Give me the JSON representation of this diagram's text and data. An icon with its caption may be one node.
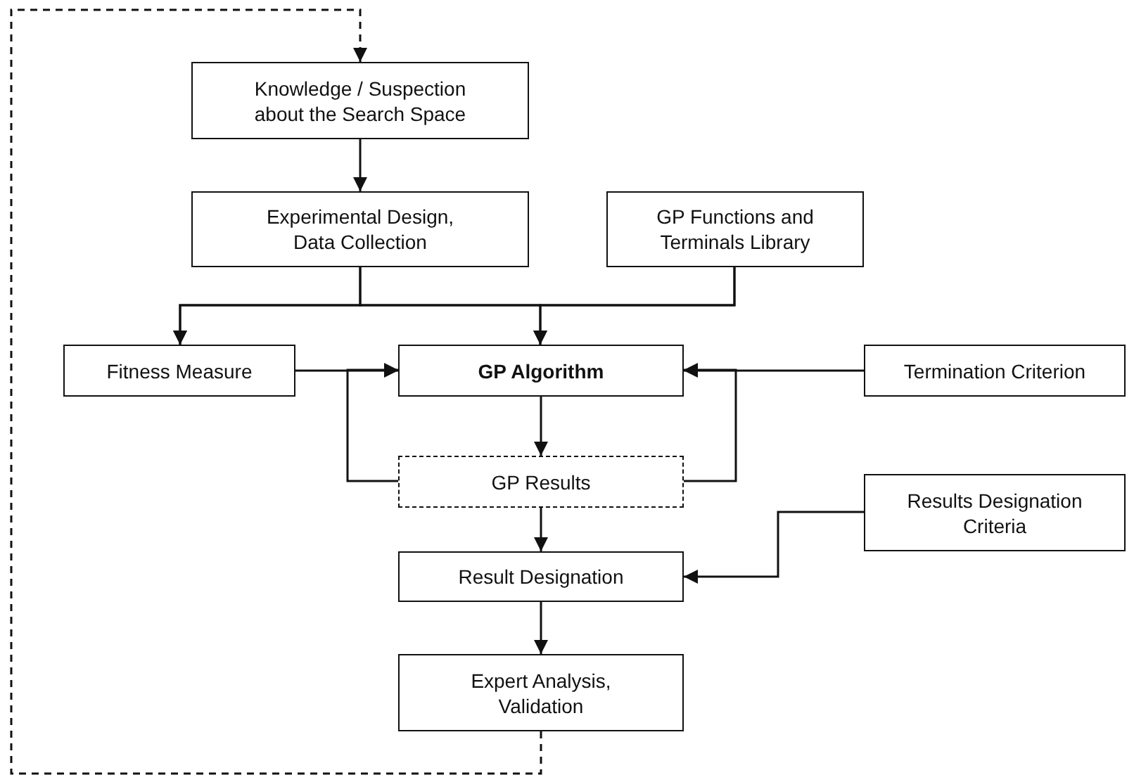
{
  "diagram": {
    "nodes": [
      {
        "text": [
          "Knowledge / Suspection about the Search Space"
        ]
      },
      {
        "text": [
          "Experimental Design, Data Collection"
        ]
      },
      {
        "text": [
          "GP Functions and Terminals Library"
        ]
      },
      {
        "text": [
          "Fitness Measure"
        ]
      },
      {
        "text": [
          "GP Algorithm"
        ]
      },
      {
        "text": [
          "Termination Criterion"
        ]
      },
      {
        "text": [
          "GP Results"
        ]
      },
      {
        "text": [
          "Results Designation Criteria"
        ]
      },
      {
        "text": [
          "Result Designation"
        ]
      },
      {
        "text": [
          "Expert Analysis, Validation"
        ]
      }
    ],
    "edges": [
      {
        "from": 0,
        "to": 1,
        "arrow": "to"
      },
      {
        "from": 1,
        "to": 3,
        "arrow": "to"
      },
      {
        "from": 1,
        "to": 4,
        "arrow": "to"
      },
      {
        "from": 2,
        "to": 3,
        "arrow": "to"
      },
      {
        "from": 2,
        "to": 4,
        "arrow": "to"
      },
      {
        "from": 3,
        "to": 4,
        "arrow": "to"
      },
      {
        "from": 5,
        "to": 4,
        "arrow": "to"
      },
      {
        "from": 4,
        "to": 6,
        "arrow": "to"
      },
      {
        "from": 6,
        "to": 4,
        "arrow": "to"
      },
      {
        "from": 6,
        "to": 4,
        "arrow": "to"
      },
      {
        "from": 6,
        "to": 8,
        "arrow": "to"
      },
      {
        "from": 7,
        "to": 8,
        "arrow": "to"
      },
      {
        "from": 8,
        "to": 9,
        "arrow": "to"
      },
      {
        "from": 9,
        "to": 0,
        "arrow": "to",
        "style": "dashed"
      }
    ]
  }
}
